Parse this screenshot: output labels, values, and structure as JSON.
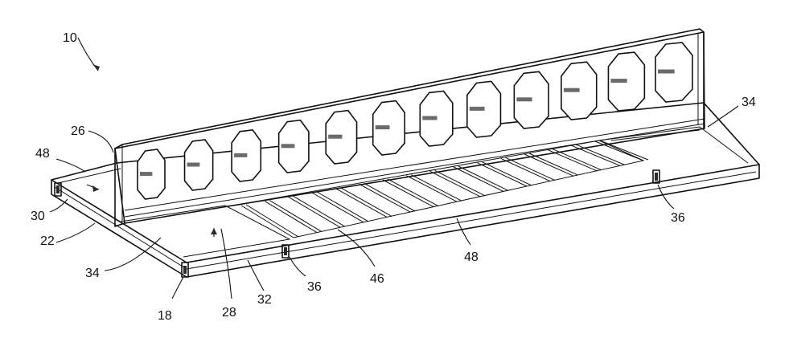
{
  "figure": {
    "labels": {
      "assembly": "10",
      "ref_18": "18",
      "ref_22": "22",
      "ref_26": "26",
      "ref_28": "28",
      "ref_30": "30",
      "ref_32": "32",
      "ref_34_left": "34",
      "ref_34_right": "34",
      "ref_36_left": "36",
      "ref_36_right": "36",
      "ref_46": "46",
      "ref_48_left": "48",
      "ref_48_bottom": "48"
    },
    "hole_count": 12
  }
}
